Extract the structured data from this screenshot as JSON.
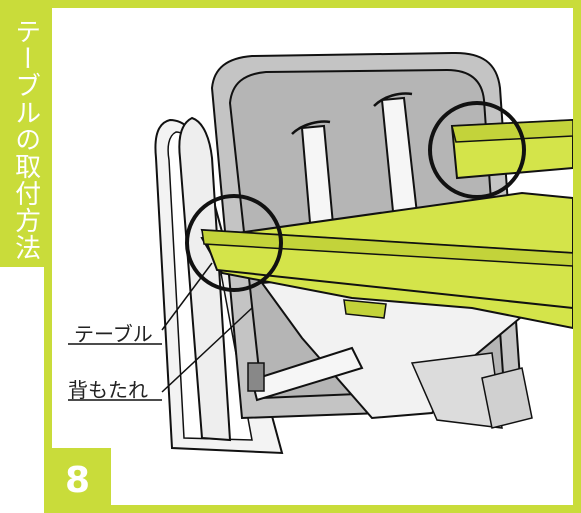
{
  "section": {
    "title": "テーブルの取付方法"
  },
  "step": {
    "number": "8"
  },
  "labels": {
    "table": "テーブル",
    "backrest": "背もたれ"
  },
  "colors": {
    "accent": "#c9dc3a",
    "table_fill": "#d4e44a",
    "seat_gray": "#b8b8b8",
    "frame_light": "#efefef",
    "strap_white": "#f4f4f4",
    "outline": "#111111"
  }
}
